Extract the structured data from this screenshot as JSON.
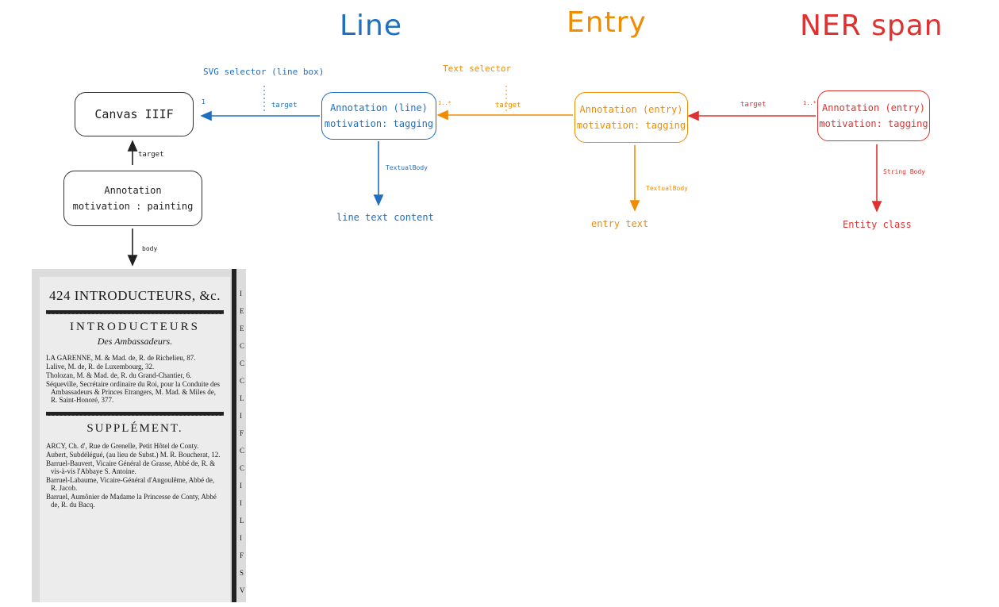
{
  "columns": {
    "line": {
      "title": "Line",
      "color": "#1f6fc0"
    },
    "entry": {
      "title": "Entry",
      "color": "#f08c00"
    },
    "ner": {
      "title": "NER span",
      "color": "#e03131"
    }
  },
  "canvas_box": {
    "label": "Canvas IIIF"
  },
  "painting_box": {
    "line1": "Annotation",
    "line2": "motivation : painting"
  },
  "line_box": {
    "line1": "Annotation (line)",
    "line2": "motivation: tagging"
  },
  "entry_box": {
    "line1": "Annotation (entry)",
    "line2": "motivation: tagging"
  },
  "ner_box": {
    "line1": "Annotation (entry)",
    "line2": "motivation: tagging"
  },
  "edges": {
    "line_to_canvas": {
      "label": "target",
      "card_from": "",
      "card_to": "1"
    },
    "entry_to_line": {
      "label": "target",
      "card_from": "1..*",
      "card_to": ""
    },
    "ner_to_entry": {
      "label": "target",
      "card_from": "1..*",
      "card_to": ""
    },
    "painting_to_canvas": {
      "label": "target"
    },
    "painting_body": {
      "label": "body"
    },
    "line_body": {
      "label": "TextualBody"
    },
    "entry_body": {
      "label": "TextualBody"
    },
    "ner_body": {
      "label": "String Body"
    }
  },
  "selectors": {
    "svg": "SVG selector (line box)",
    "text": "Text selector"
  },
  "outputs": {
    "line_text": "line text content",
    "entry_text": "entry text",
    "entity_class": "Entity class"
  },
  "scan": {
    "header": "424 INTRODUCTEURS, &c.",
    "heading1": "INTRODUCTEURS",
    "sub1": "Des Ambassadeurs.",
    "entries1": [
      "LA GARENNE, M. & Mad. de, R. de Richelieu, 87.",
      "Lalive, M. de, R. de Luxembourg, 32.",
      "Tholozan, M. & Mad. de, R. du Grand-Chantier, 6.",
      "Séqueville, Secrétaire ordinaire du Roi, pour la Conduite des Ambassadeurs & Princes Etrangers, M. Mad. & Miles de, R. Saint-Honoré, 377."
    ],
    "heading2": "SUPPLÉMENT.",
    "entries2": [
      "ARCY, Ch. d', Rue de Grenelle, Petit Hôtel de Conty.",
      "Aubert, Subdélégué, (au lieu de Subst.) M. R. Boucherat, 12.",
      "Barruel-Bauvert, Vicaire Général de Grasse, Abbé de, R. & vis-à-vis l'Abbaye S. Antoine.",
      "Barruel-Labaume, Vicaire-Général d'Angoulême, Abbé de, R. Jacob.",
      "Barruel, Aumônier de Madame la Princesse de Conty, Abbé de, R. du Bacq."
    ],
    "margin_letters": [
      "I",
      "E",
      "E",
      "C",
      "C",
      "C",
      "L",
      "I",
      "F",
      "C",
      "C",
      "I",
      "I",
      "L",
      "I",
      "F",
      "S",
      "V"
    ]
  }
}
